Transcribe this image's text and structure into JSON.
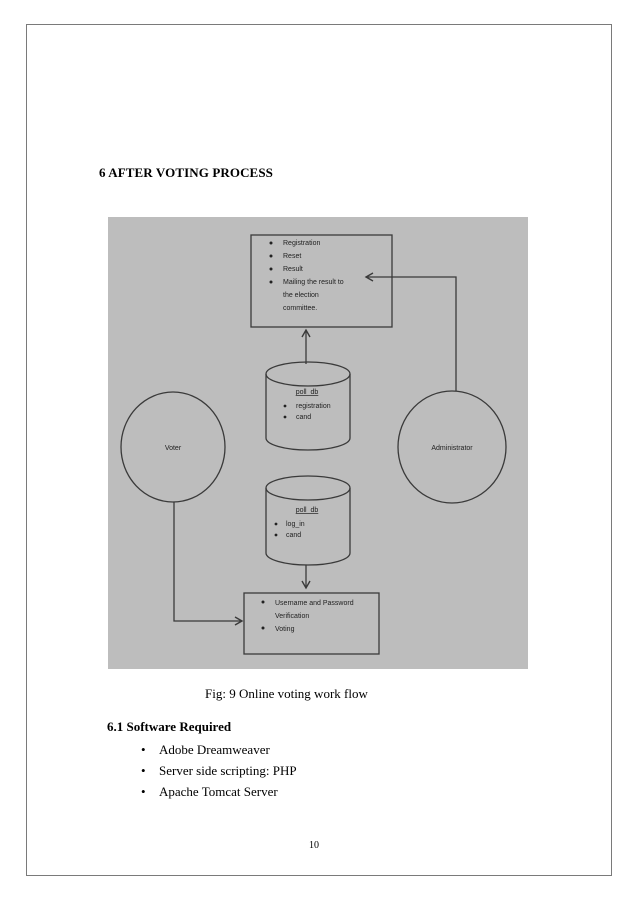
{
  "heading": "6 AFTER VOTING PROCESS",
  "figure": {
    "colors": {
      "background": "#bdbdbd",
      "stroke": "#3a3a3a",
      "text": "#222222"
    },
    "top_box": {
      "items": [
        "Registration",
        "Reset",
        "Result",
        "Mailing the result to the election committee."
      ],
      "lines": [
        "Registration",
        "Reset",
        "Result",
        "Mailing the result to",
        "the election",
        "committee."
      ]
    },
    "db_top": {
      "title": "poll_db",
      "items": [
        "registration",
        "cand"
      ]
    },
    "db_bottom": {
      "title": "poll_db",
      "items": [
        "log_in",
        "cand"
      ]
    },
    "voter_label": "Voter",
    "admin_label": "Administrator",
    "bottom_box": {
      "lines": [
        "Username and Password",
        "Verification",
        "Voting"
      ]
    }
  },
  "caption": "Fig: 9 Online voting work flow",
  "section_title": "6.1 Software Required",
  "software": [
    "Adobe Dreamweaver",
    "Server side scripting: PHP",
    "Apache Tomcat Server"
  ],
  "page_number": "10"
}
